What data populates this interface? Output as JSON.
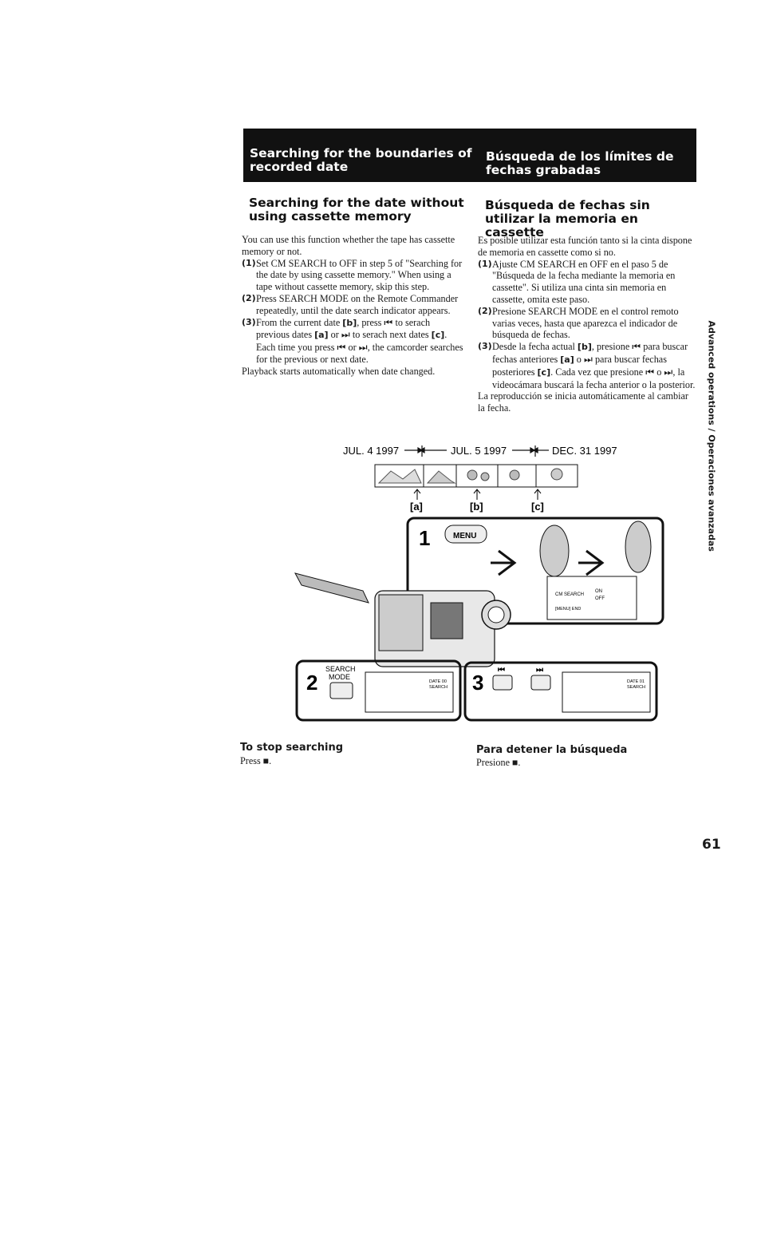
{
  "header": {
    "en": "Searching for the boundaries of recorded date",
    "es": "Búsqueda de los límites de fechas grabadas"
  },
  "section_en": {
    "title": "Searching for the date without using cassette memory",
    "intro": "You can use this function whether the tape has cassette memory or not.",
    "step1_num": "(1)",
    "step1": "Set CM SEARCH to OFF in step 5 of \"Searching for the date by using cassette memory.\" When using a tape without cassette memory, skip this step.",
    "step2_num": "(2)",
    "step2": "Press SEARCH MODE on the Remote Commander repeatedly, until the date search indicator appears.",
    "step3_num": "(3)",
    "step3_a": "From the current date ",
    "step3_b": "[b]",
    "step3_c": ", press ⏮ to serach previous dates ",
    "step3_d": "[a]",
    "step3_e": " or ⏭ to serach next dates ",
    "step3_f": "[c]",
    "step3_g": ". Each time you press ⏮ or ⏭, the camcorder searches for the previous or next date.",
    "outro": "Playback starts automatically when date changed."
  },
  "section_es": {
    "title": "Búsqueda de fechas sin utilizar la memoria en cassette",
    "intro": "Es posible utilizar esta función tanto si la cinta dispone de memoria en cassette como si no.",
    "step1_num": "(1)",
    "step1": "Ajuste CM SEARCH en OFF en el paso 5 de \"Búsqueda de la fecha mediante la memoria en cassette\". Si utiliza una cinta sin memoria en cassette, omita este paso.",
    "step2_num": "(2)",
    "step2": "Presione SEARCH MODE en el control remoto varias veces, hasta que aparezca el indicador de búsqueda de fechas.",
    "step3_num": "(3)",
    "step3_a": "Desde la fecha actual ",
    "step3_b": "[b]",
    "step3_c": ", presione ⏮ para buscar fechas anteriores ",
    "step3_d": "[a]",
    "step3_e": " o ⏭ para buscar fechas posteriores ",
    "step3_f": "[c]",
    "step3_g": ". Cada vez que presione ⏮ o ⏭, la videocámara buscará la fecha anterior o la posterior.",
    "outro": "La reproducción se inicia automáticamente al cambiar la fecha."
  },
  "diagram": {
    "date1": "JUL. 4 1997",
    "date2": "JUL. 5 1997",
    "date3": "DEC. 31 1997",
    "marker_a": "[a]",
    "marker_b": "[b]",
    "marker_c": "[c]",
    "step1_num": "1",
    "step2_num": "2",
    "step3_num": "3",
    "menu_label": "MENU",
    "search_mode_label_1": "SEARCH",
    "search_mode_label_2": "MODE",
    "cm_search": "CM SEARCH",
    "on": "ON",
    "off": "OFF",
    "menu_end": "[MENU] END",
    "date_search_1": "DATE 00",
    "date_search_2": "SEARCH",
    "date_search_3": "DATE 01",
    "date_search_4": "SEARCH",
    "prev_symbol": "⏮",
    "next_symbol": "⏭"
  },
  "stop_en": {
    "title": "To stop searching",
    "text": "Press ■."
  },
  "stop_es": {
    "title": "Para detener la búsqueda",
    "text": "Presione ■."
  },
  "side_tab": "Advanced operations / Operaciones avanzadas",
  "page_number": "61"
}
